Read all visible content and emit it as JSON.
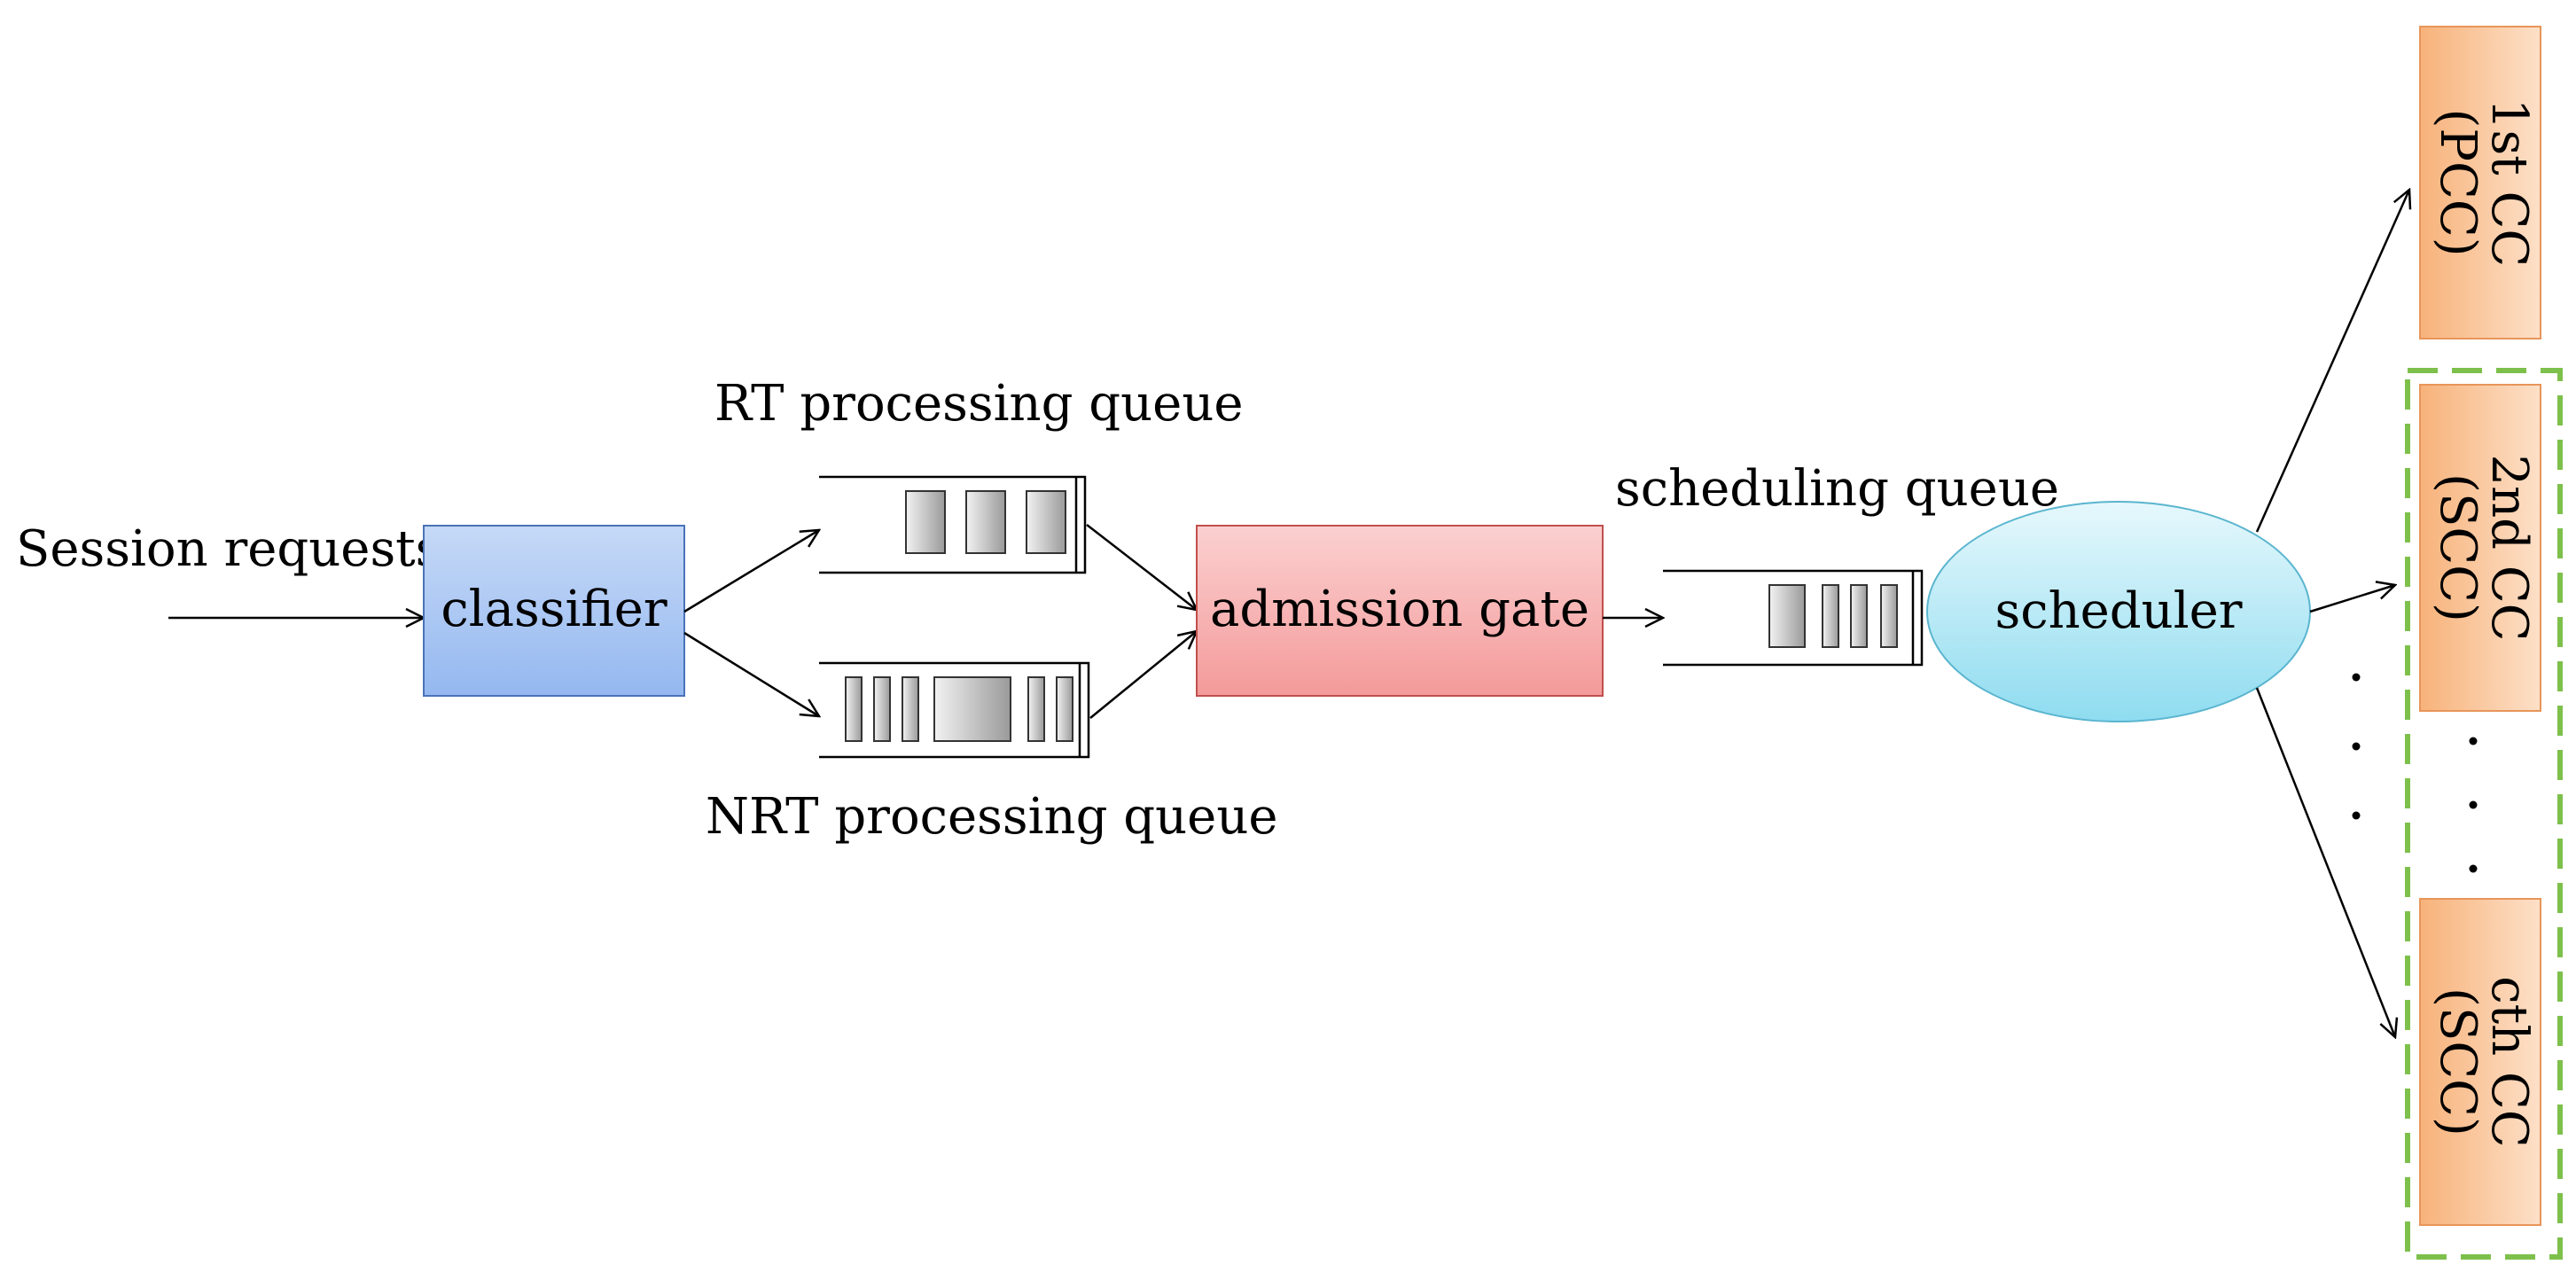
{
  "labels": {
    "session_requests": "Session requests",
    "rt_queue": "RT processing  queue",
    "nrt_queue": "NRT processing  queue",
    "scheduling_queue": "scheduling queue"
  },
  "nodes": {
    "classifier": "classifier",
    "admission_gate": "admission gate",
    "scheduler": "scheduler"
  },
  "component_carriers": [
    {
      "line1": "1st CC",
      "line2": "(PCC)"
    },
    {
      "line1": "2nd CC",
      "line2": "(SCC)"
    },
    {
      "line1": "cth CC",
      "line2": "(SCC)"
    }
  ],
  "colors": {
    "classifier_fill_top": "#c6d9f7",
    "classifier_fill_bottom": "#94b8f0",
    "classifier_stroke": "#4a72b8",
    "gate_fill_top": "#fbd0d0",
    "gate_fill_bottom": "#f49a9a",
    "gate_stroke": "#c0504d",
    "scheduler_fill_top": "#e6f8fc",
    "scheduler_fill_bottom": "#8fdcf0",
    "scheduler_stroke": "#5ab5cf",
    "cc_fill_top": "#fde0c8",
    "cc_fill_bottom": "#f7b27a",
    "cc_stroke": "#e8955a",
    "group_dash": "#7dc04b"
  }
}
